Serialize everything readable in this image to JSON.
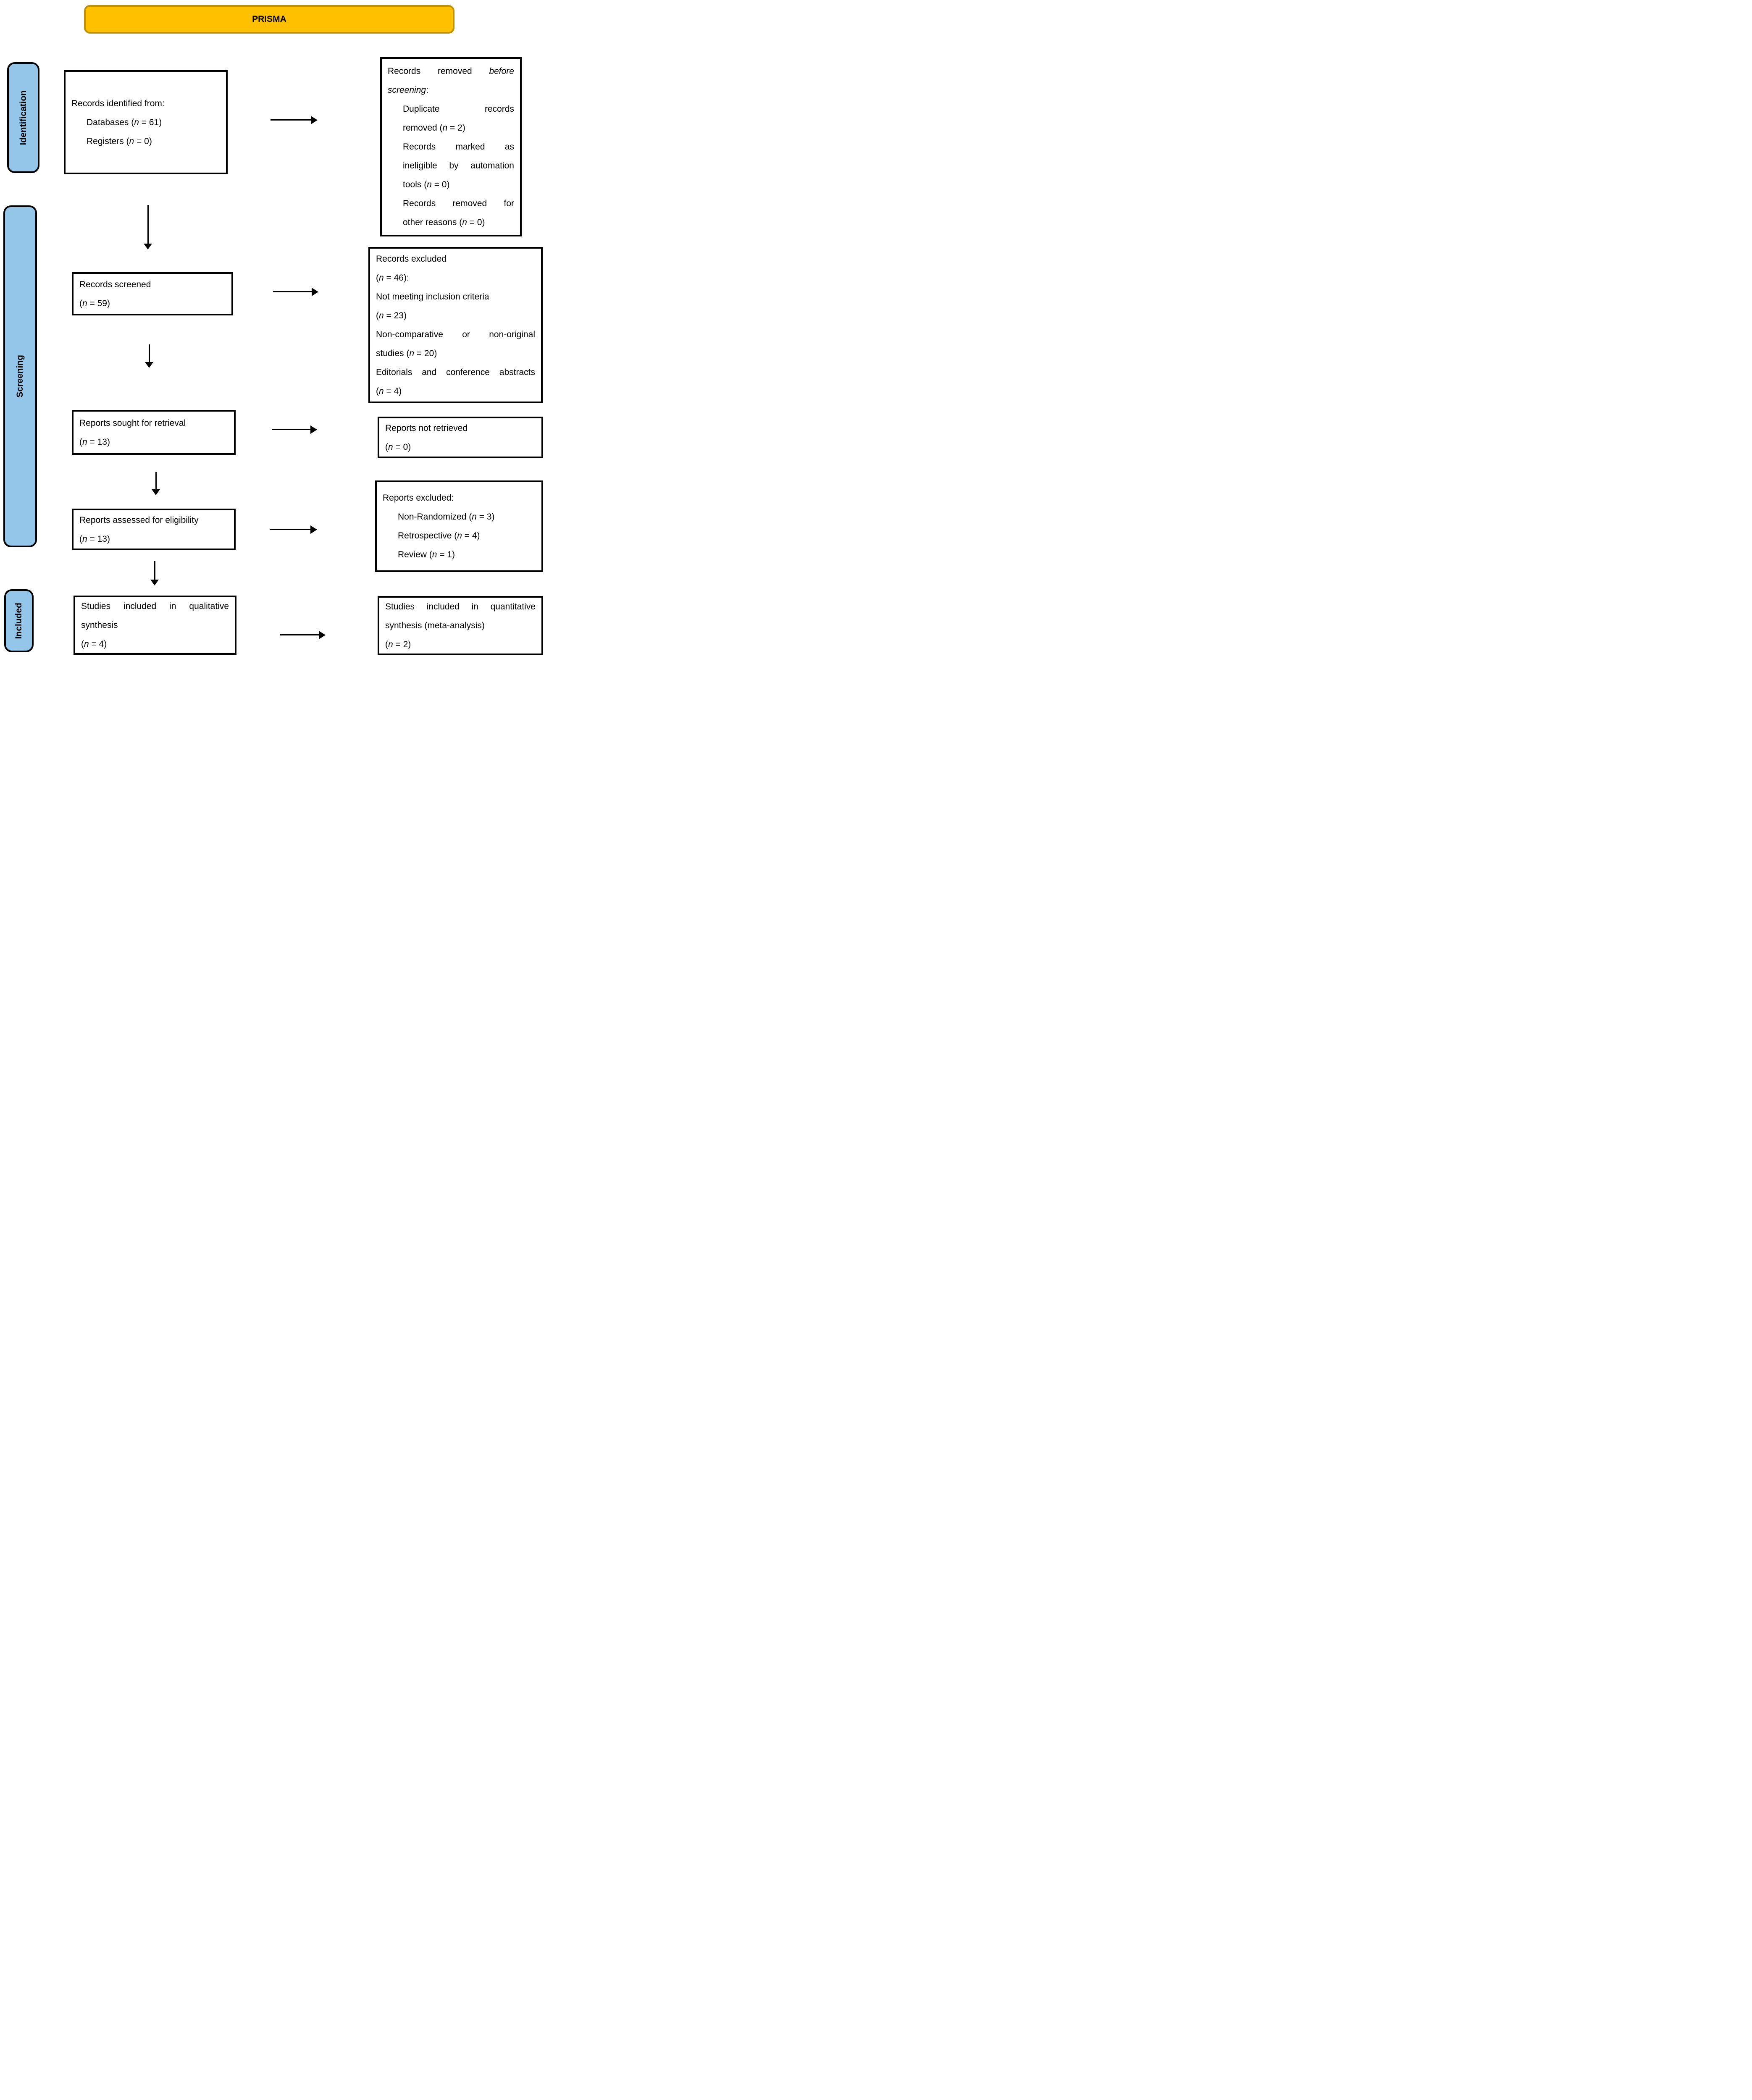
{
  "banner": {
    "title": "PRISMA"
  },
  "sidebar": {
    "identification": "Identification",
    "screening": "Screening",
    "included": "Included"
  },
  "boxes": {
    "identified": {
      "lines": [
        {
          "text": "Records identified from:"
        },
        {
          "text": "Databases (*n* = 61)",
          "indent": true
        },
        {
          "text": "Registers (*n* = 0)",
          "indent": true
        }
      ]
    },
    "removed": {
      "lines": [
        {
          "text": "Records removed *before*",
          "spread": true
        },
        {
          "text": "*screening*:"
        },
        {
          "text": "Duplicate records",
          "indent": true,
          "spread": true
        },
        {
          "text": "removed (*n* = 2)",
          "indent": true
        },
        {
          "text": "Records marked as",
          "indent": true,
          "spread": true
        },
        {
          "text": "ineligible by automation",
          "indent": true,
          "spread": true
        },
        {
          "text": "tools (*n* = 0)",
          "indent": true
        },
        {
          "text": "Records removed for",
          "indent": true,
          "spread": true
        },
        {
          "text": "other reasons (*n* = 0)",
          "indent": true
        }
      ]
    },
    "screened": {
      "lines": [
        {
          "text": "Records screened"
        },
        {
          "text": "(*n* = 59)"
        }
      ]
    },
    "records_excluded": {
      "lines": [
        {
          "text": "Records excluded"
        },
        {
          "text": "(*n* = 46):"
        },
        {
          "text": "Not meeting inclusion criteria"
        },
        {
          "text": "(*n* = 23)"
        },
        {
          "text": "Non-comparative or non-original",
          "spread": true
        },
        {
          "text": "studies (*n* = 20)"
        },
        {
          "text": "Editorials and conference abstracts",
          "spread": true
        },
        {
          "text": "(*n* = 4)"
        }
      ]
    },
    "sought": {
      "lines": [
        {
          "text": "Reports sought for retrieval"
        },
        {
          "text": "(*n* = 13)"
        }
      ]
    },
    "not_retrieved": {
      "lines": [
        {
          "text": "Reports not retrieved"
        },
        {
          "text": "(*n* = 0)"
        }
      ]
    },
    "assessed": {
      "lines": [
        {
          "text": "Reports assessed for eligibility"
        },
        {
          "text": "(*n* = 13)"
        }
      ]
    },
    "reports_excluded": {
      "lines": [
        {
          "text": "Reports excluded:"
        },
        {
          "text": "Non-Randomized (*n* = 3)",
          "indent": true
        },
        {
          "text": "Retrospective (*n* = 4)",
          "indent": true
        },
        {
          "text": "Review (*n* = 1)",
          "indent": true
        }
      ]
    },
    "qualitative": {
      "lines": [
        {
          "text": "Studies included in qualitative",
          "spread": true
        },
        {
          "text": "synthesis"
        },
        {
          "text": "(*n* = 4)"
        }
      ]
    },
    "quantitative": {
      "lines": [
        {
          "text": "Studies included in quantitative",
          "spread": true
        },
        {
          "text": "synthesis (meta-analysis)"
        },
        {
          "text": "(*n* = 2)"
        }
      ]
    }
  },
  "colors": {
    "banner_fill": "#FFC000",
    "banner_border": "#BF9000",
    "bar_fill": "#93C6E9",
    "line": "#000000"
  }
}
